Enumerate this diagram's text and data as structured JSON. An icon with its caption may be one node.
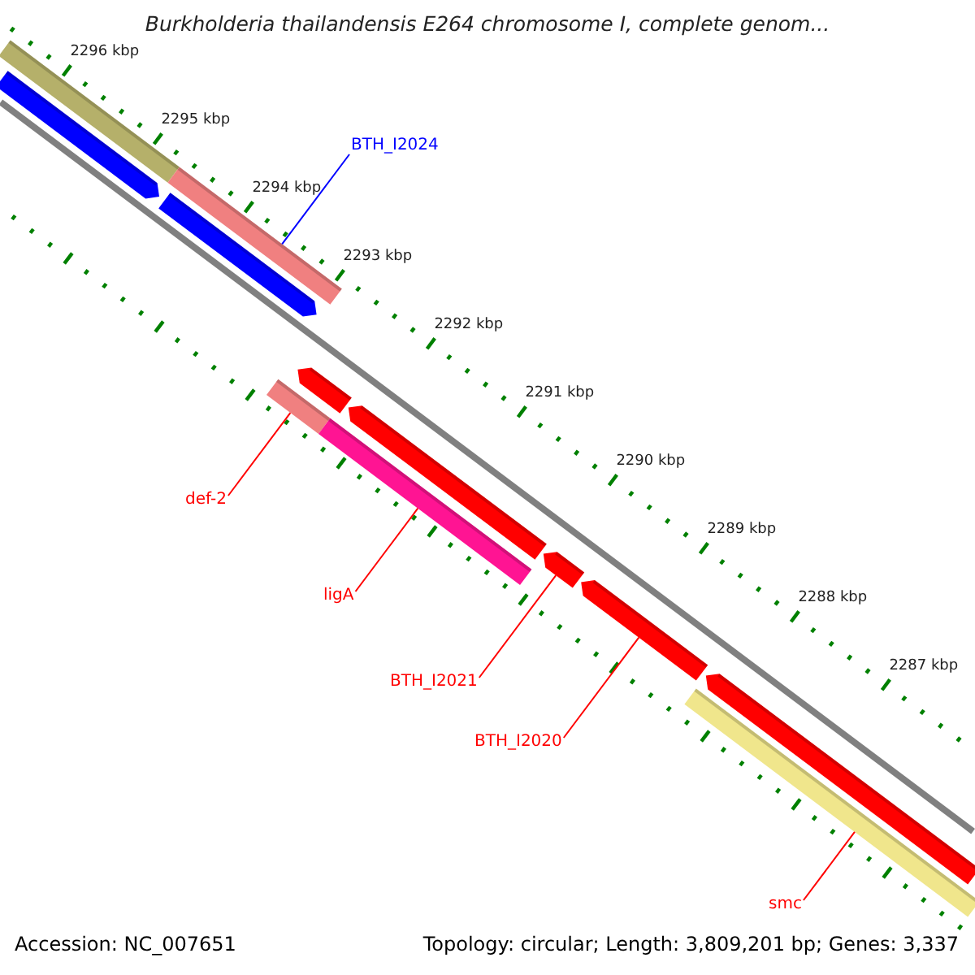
{
  "diagram": {
    "title": "Burkholderia thailandensis E264 chromosome I, complete genom...",
    "nodes": [
      {
        "text": [],
        "shape": "bar"
      },
      {
        "text": [],
        "shape": "arrow"
      },
      {
        "text": [
          "BTH_I2024"
        ]
      },
      {
        "text": [],
        "shape": "bar"
      },
      {
        "text": [],
        "shape": "arrow"
      },
      {
        "text": [],
        "shape": "arrow"
      },
      {
        "text": [],
        "shape": "bar"
      },
      {
        "text": [
          "def-2"
        ]
      },
      {
        "text": [],
        "shape": "arrow"
      },
      {
        "text": [],
        "shape": "bar"
      },
      {
        "text": [
          "ligA"
        ]
      },
      {
        "text": [],
        "shape": "arrow"
      },
      {
        "text": [
          "BTH_I2021"
        ]
      },
      {
        "text": [],
        "shape": "arrow"
      },
      {
        "text": [
          "BTH_I2020"
        ]
      },
      {
        "text": [],
        "shape": "arrow"
      },
      {
        "text": [],
        "shape": "bar"
      },
      {
        "text": [
          "smc"
        ]
      }
    ],
    "edges": [
      {
        "from": 2,
        "to": 3,
        "arrow": "none",
        "color": "#0000ff"
      },
      {
        "from": 7,
        "to": 6,
        "arrow": "none"
      },
      {
        "from": 10,
        "to": 9,
        "arrow": "none"
      },
      {
        "from": 12,
        "to": 11,
        "arrow": "none"
      },
      {
        "from": 14,
        "to": 13,
        "arrow": "none"
      },
      {
        "from": 17,
        "to": 16,
        "arrow": "none"
      }
    ],
    "labels": [
      "2296 kbp",
      "2295 kbp",
      "2294 kbp",
      "2293 kbp",
      "2292 kbp",
      "2291 kbp",
      "2290 kbp",
      "2289 kbp",
      "2288 kbp",
      "2287 kbp",
      "Accession: NC_007651",
      "Topology: circular; Length: 3,809,201 bp; Genes: 3,337"
    ]
  }
}
